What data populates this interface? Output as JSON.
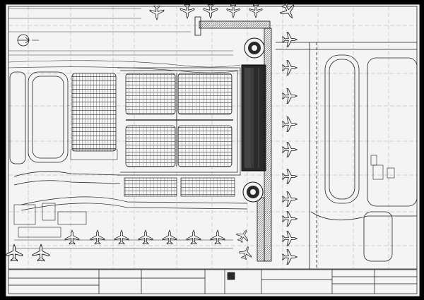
{
  "colors": {
    "frame": "#000000",
    "paper": "#f4f4f4",
    "ink": "#1b1b1b",
    "dark_fill": "#2a2a2a",
    "grid": "#9a9a9a"
  },
  "drawing": {
    "kind": "airport terminal site plan",
    "north_arrow": "N",
    "title_block": {
      "cells": [
        {
          "id": "c1",
          "text": ""
        },
        {
          "id": "c2",
          "text": ""
        },
        {
          "id": "c3",
          "text": ""
        }
      ]
    }
  }
}
